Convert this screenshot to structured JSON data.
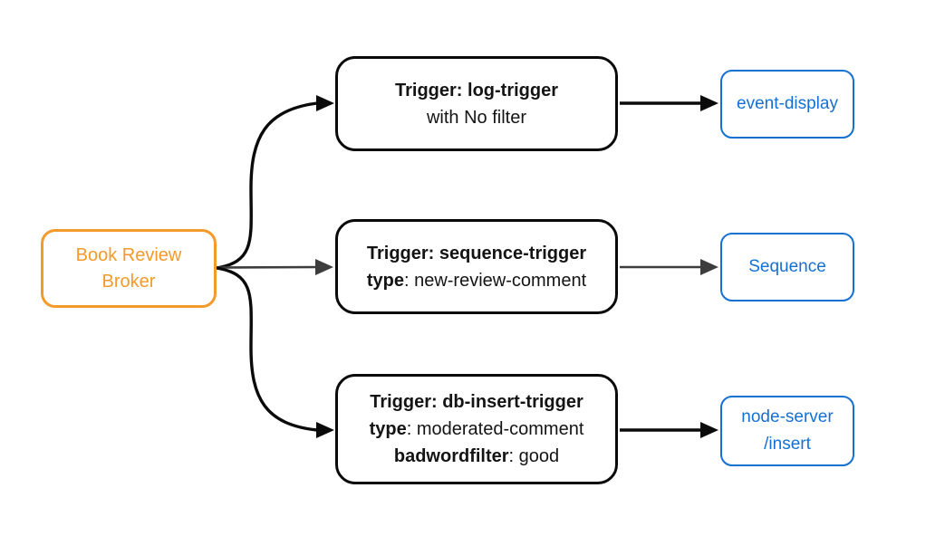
{
  "diagram": {
    "broker": {
      "label": [
        "Book Review",
        "Broker"
      ]
    },
    "triggers": [
      {
        "lines": [
          {
            "bold": "Trigger: log-trigger",
            "normal": ""
          },
          {
            "bold": "",
            "normal": "with No filter"
          }
        ]
      },
      {
        "lines": [
          {
            "bold": "Trigger: sequence-trigger",
            "normal": ""
          },
          {
            "bold": "type",
            "normal": ": new-review-comment"
          }
        ]
      },
      {
        "lines": [
          {
            "bold": "Trigger: db-insert-trigger",
            "normal": ""
          },
          {
            "bold": "type",
            "normal": ": moderated-comment"
          },
          {
            "bold": "badwordfilter",
            "normal": ": good"
          }
        ]
      }
    ],
    "sinks": [
      {
        "label": [
          "event-display"
        ]
      },
      {
        "label": [
          "Sequence"
        ]
      },
      {
        "label": [
          "node-server",
          "/insert"
        ]
      }
    ],
    "colors": {
      "broker_orange": "#F49A2B",
      "sink_blue": "#1470D2",
      "edge_black": "#0A0A0A",
      "edge_gray": "#3D3D3D",
      "background": "#FFFFFF"
    }
  }
}
